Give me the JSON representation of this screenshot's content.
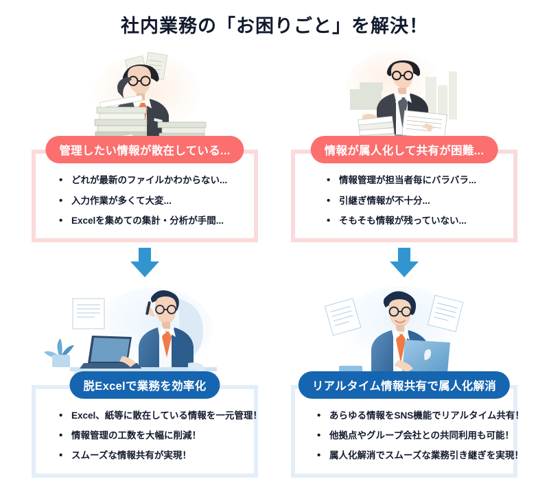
{
  "page": {
    "title": "社内業務の「お困りごと」を解決！",
    "background_color": "#ffffff",
    "title_color": "#121a2e"
  },
  "colors": {
    "problem_banner": "#fb6f6e",
    "problem_border": "#fadada",
    "solution_banner": "#1565b0",
    "solution_border": "#e4eef8",
    "arrow": "#3295d0",
    "text": "#131a2c"
  },
  "problems": [
    {
      "illustration": "stressed-businessman-with-paper-stacks-illustration",
      "banner": "管理したい情報が散在している...",
      "bullets": [
        "どれが最新のファイルかわからない...",
        "入力作業が多くて大変...",
        "Excelを集めての集計・分析が手間..."
      ]
    },
    {
      "illustration": "businessman-holding-documents-illustration",
      "banner": "情報が属人化して共有が困難...",
      "bullets": [
        "情報管理が担当者毎にバラバラ...",
        "引継ぎ情報が不十分...",
        "そもそも情報が残っていない..."
      ]
    }
  ],
  "arrows": [
    {
      "name": "down-arrow-left",
      "direction": "down"
    },
    {
      "name": "down-arrow-right",
      "direction": "down"
    }
  ],
  "solutions": [
    {
      "illustration": "businessman-working-on-laptop-illustration",
      "banner": "脱Excelで業務を効率化",
      "bullets": [
        "Excel、紙等に散在している情報を一元管理！",
        "情報管理の工数を大幅に削減！",
        "スムーズな情報共有が実現！"
      ]
    },
    {
      "illustration": "smiling-businessman-with-laptop-and-documents-illustration",
      "banner": "リアルタイム情報共有で属人化解消",
      "bullets": [
        "あらゆる情報をSNS機能でリアルタイム共有！",
        "他拠点やグループ会社との共同利用も可能！",
        "属人化解消でスムーズな業務引き継ぎを実現！"
      ]
    }
  ]
}
